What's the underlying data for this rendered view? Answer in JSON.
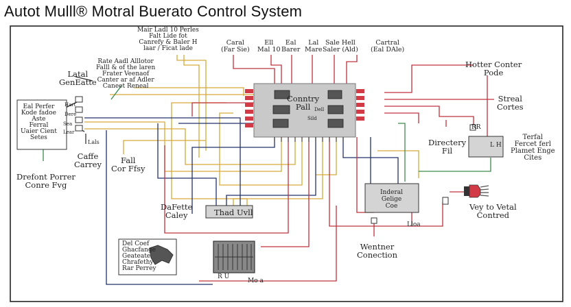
{
  "title": "Autot Mulll® Motral Buerato Control System",
  "control_panel": {
    "line1": "Conntry",
    "line2": "Pall",
    "tag_a": "Dell",
    "tag_b": "Sild"
  },
  "top_labels": [
    {
      "l1": "Caral",
      "l2": "(Far Sie)"
    },
    {
      "l1": "Ell",
      "l2": "Mal 10"
    },
    {
      "l1": "Eal",
      "l2": "Barer"
    },
    {
      "l1": "Lal",
      "l2": "Mare"
    },
    {
      "l1": "Sale Hell",
      "l2": "Saler (Ald)"
    },
    {
      "l1": "Cartral",
      "l2": "(Eal DAle)"
    }
  ],
  "main_header": {
    "l1": "Mair Ladl 10 Perles",
    "l2": "Falt Lide fot",
    "l3": "Canrefy & Baler H",
    "l4": "laar / Ficat lade"
  },
  "rate_label": {
    "l1": "Rate Aadl Alllotor",
    "l2": "Falll & of the laren",
    "l3": "Frater Veenaof",
    "l4": "Canter ar af Adler",
    "l5": "Caneet Reneal"
  },
  "latal_label": {
    "l1": "Latal",
    "l2": "GenEatte"
  },
  "left_box": {
    "l1": "Eal Perfer",
    "l2": "Kode fadoe",
    "l3": "Aste",
    "l4": "Ferral",
    "l5": "Uaier Cient",
    "l6": "Setes"
  },
  "small_labels": [
    "Hart",
    "Dere",
    "Sea",
    "Lear"
  ],
  "lates_label": "Lals",
  "caffe_label": {
    "l1": "Caffe",
    "l2": "Carrey"
  },
  "fall_label": {
    "l1": "Fall",
    "l2": "Cor Ffsy"
  },
  "drefont_label": {
    "l1": "Drefont Porrer",
    "l2": "Conre Fvg"
  },
  "dafette_label": {
    "l1": "DaFette",
    "l2": "Caley"
  },
  "thad_box": "Thad Uvll",
  "legend_box": {
    "l1": "Del Coef",
    "l2": "Ghacfange",
    "l3": "Geateate",
    "l4": "Chrafethy",
    "l5": "Rar Perrey"
  },
  "hotter_label": {
    "l1": "Hotter Conter",
    "l2": "Pode"
  },
  "streal_label": {
    "l1": "Streal",
    "l2": "Cortes"
  },
  "directory_label": {
    "l1": "Directery",
    "l2": "Fil"
  },
  "terfal_label": {
    "l1": "Terfal",
    "l2": "Fercet ferl",
    "l3": "Plamet Enge",
    "l4": "Cites"
  },
  "inderal_box": {
    "l1": "Inderal",
    "l2": "Gelige",
    "l3": "Coe"
  },
  "wentner_label": {
    "l1": "Wentner",
    "l2": "Conection"
  },
  "vey_label": {
    "l1": "Vey to Vetal",
    "l2": "Contred"
  },
  "tags": {
    "rr": "RR",
    "lh": "L H",
    "lloa": "Lloa",
    "ru": "R U",
    "moa": "Mo a"
  },
  "colors": {
    "wire_red": "#c0303c",
    "wire_yellow": "#d6a93a",
    "wire_navy": "#22306a",
    "wire_green": "#3d8a4a",
    "box_gray": "#c9c9c9",
    "connector_red": "#d23a46"
  }
}
